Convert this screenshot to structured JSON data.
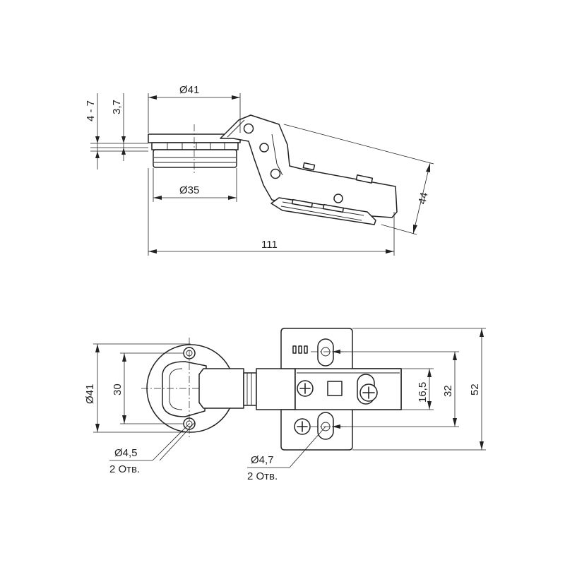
{
  "top_view": {
    "dim_4_7": "4 - 7",
    "dim_3_7": "3,7",
    "dim_d41": "Ø41",
    "dim_d35": "Ø35",
    "dim_111": "111",
    "dim_44": "44"
  },
  "bottom_view": {
    "dim_d41": "Ø41",
    "dim_30": "30",
    "dim_16_5": "16,5",
    "dim_32": "32",
    "dim_52": "52",
    "hole_cup_diam": "Ø4,5",
    "hole_cup_count": "2 Отв.",
    "hole_plate_diam": "Ø4,7",
    "hole_plate_count": "2 Отв."
  }
}
